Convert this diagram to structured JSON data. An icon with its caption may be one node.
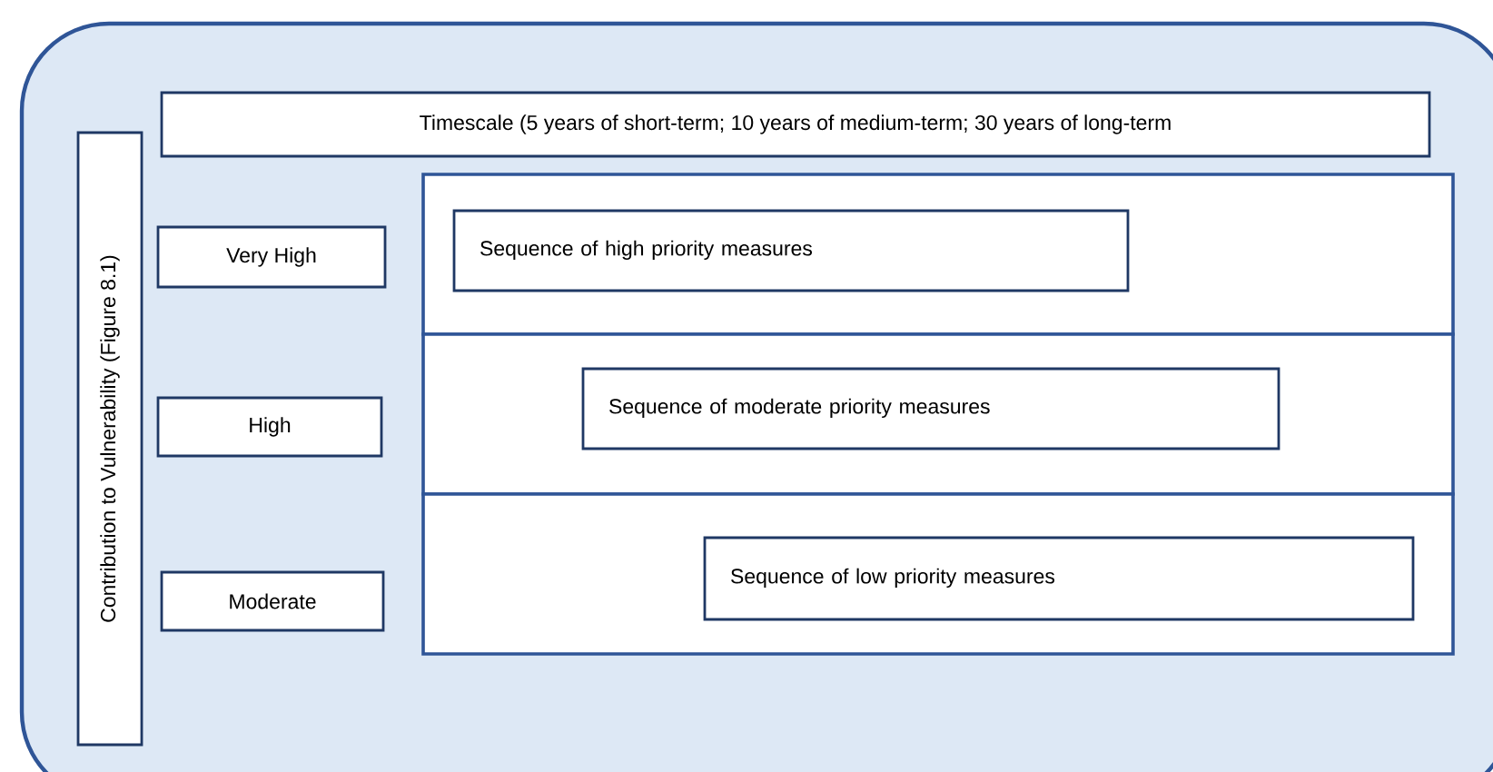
{
  "diagram": {
    "nodes": [
      {
        "text": [],
        "shape": "box"
      },
      {
        "text": [
          "Timescale (5 years of short-term; 10 years of medium-term; 30 years of long-term"
        ],
        "in": 0
      },
      {
        "text": [
          "Contribution to Vulnerability (Figure 8.1)"
        ],
        "in": 0
      },
      {
        "text": [
          "Very High"
        ],
        "in": 0
      },
      {
        "text": [
          "High"
        ],
        "in": 0
      },
      {
        "text": [
          "Moderate"
        ],
        "in": 0
      },
      {
        "text": [],
        "shape": "box",
        "in": 0
      },
      {
        "text": [],
        "shape": "box",
        "in": 0
      },
      {
        "text": [],
        "shape": "box",
        "in": 0
      },
      {
        "text": [
          "Sequence of high priority measures"
        ],
        "in": 6
      },
      {
        "text": [
          "Sequence of moderate priority measures"
        ],
        "in": 7
      },
      {
        "text": [
          "Sequence of low priority measures"
        ],
        "in": 8
      }
    ]
  }
}
